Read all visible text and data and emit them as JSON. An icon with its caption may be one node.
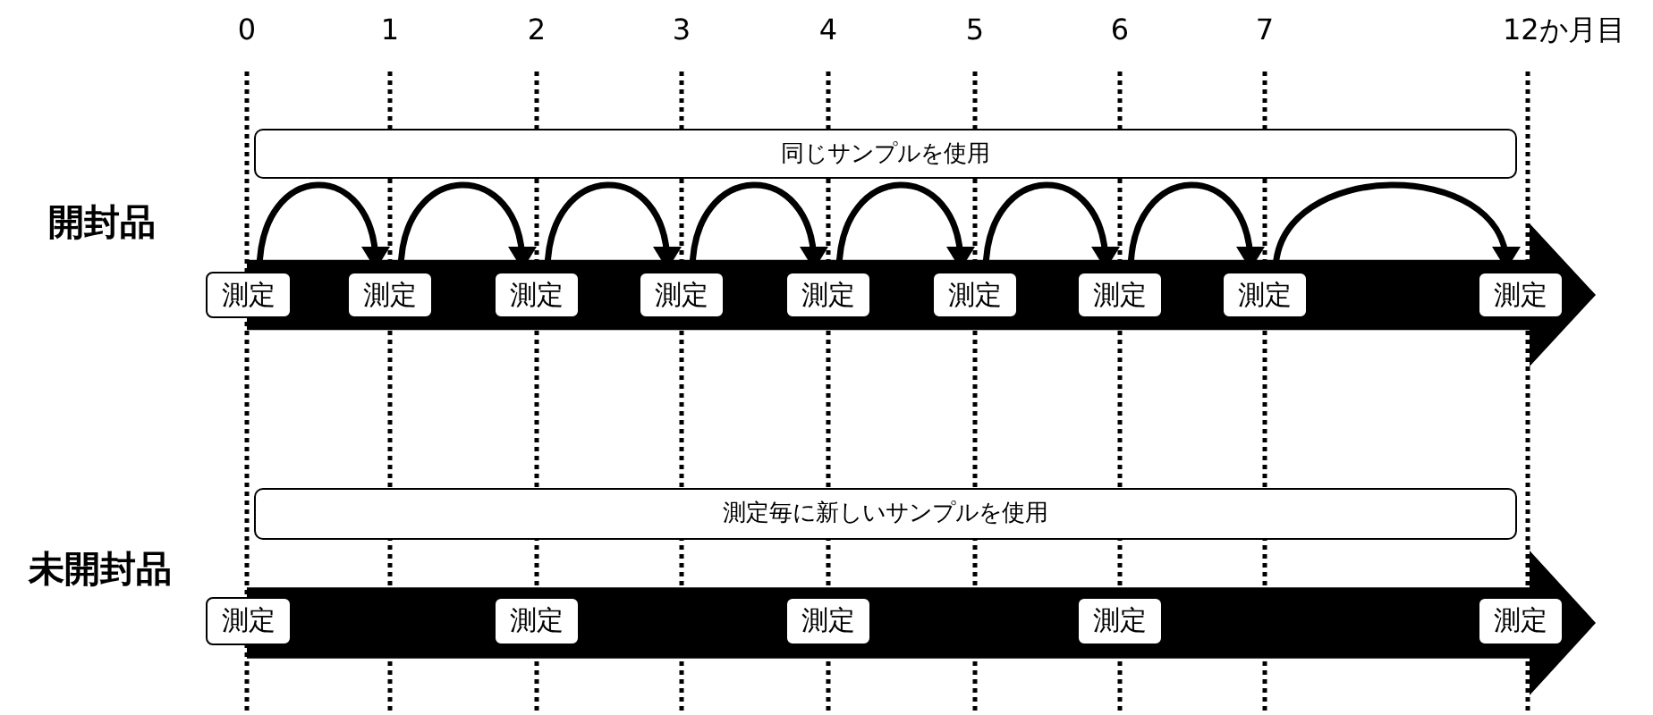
{
  "diagram": {
    "nodes": [
      {
        "text": [
          "同じサンプルを使用"
        ]
      },
      {
        "text": [],
        "shape": "arrow"
      },
      {
        "text": [
          "測定"
        ]
      },
      {
        "text": [
          "測定"
        ],
        "in": 1
      },
      {
        "text": [
          "測定"
        ],
        "in": 1
      },
      {
        "text": [
          "測定"
        ],
        "in": 1
      },
      {
        "text": [
          "測定"
        ],
        "in": 1
      },
      {
        "text": [
          "測定"
        ],
        "in": 1
      },
      {
        "text": [
          "測定"
        ],
        "in": 1
      },
      {
        "text": [
          "測定"
        ],
        "in": 1
      },
      {
        "text": [
          "測定"
        ],
        "in": 1
      },
      {
        "text": [
          "測定毎に新しいサンプルを使用"
        ]
      },
      {
        "text": [],
        "shape": "arrow"
      },
      {
        "text": [
          "測定"
        ]
      },
      {
        "text": [
          "測定"
        ],
        "in": 12
      },
      {
        "text": [
          "測定"
        ],
        "in": 12
      },
      {
        "text": [
          "測定"
        ],
        "in": 12
      },
      {
        "text": [
          "測定"
        ],
        "in": 12
      }
    ],
    "edges": [
      {
        "from": 2,
        "to": 3,
        "arrow": "to"
      },
      {
        "from": 3,
        "to": 4,
        "arrow": "to"
      },
      {
        "from": 4,
        "to": 5,
        "arrow": "to"
      },
      {
        "from": 5,
        "to": 6,
        "arrow": "to"
      },
      {
        "from": 6,
        "to": 7,
        "arrow": "to"
      },
      {
        "from": 7,
        "to": 8,
        "arrow": "to"
      },
      {
        "from": 8,
        "to": 9,
        "arrow": "to"
      },
      {
        "from": 9,
        "to": 10,
        "arrow": "to"
      }
    ],
    "labels": [
      "0",
      "1",
      "2",
      "3",
      "4",
      "5",
      "6",
      "7",
      "12か月目",
      "開封品",
      "未開封品"
    ]
  }
}
